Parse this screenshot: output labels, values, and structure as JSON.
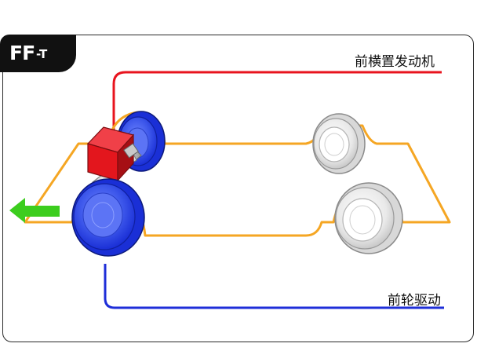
{
  "badge": {
    "main": "FF",
    "sub": "-T"
  },
  "labels": {
    "engine": "前横置发动机",
    "drive": "前轮驱动"
  },
  "colors": {
    "engine_line": "#e8141e",
    "drive_line": "#1e2ed8",
    "chassis": "#f5a623",
    "arrow": "#3ccd1e",
    "engine_block": "#e3161d",
    "front_wheel": "#1a2fd6",
    "rear_wheel": "#e6e6e6"
  },
  "icons": [
    "forward-arrow-icon",
    "engine-icon",
    "front-wheel-icon",
    "rear-wheel-icon"
  ]
}
